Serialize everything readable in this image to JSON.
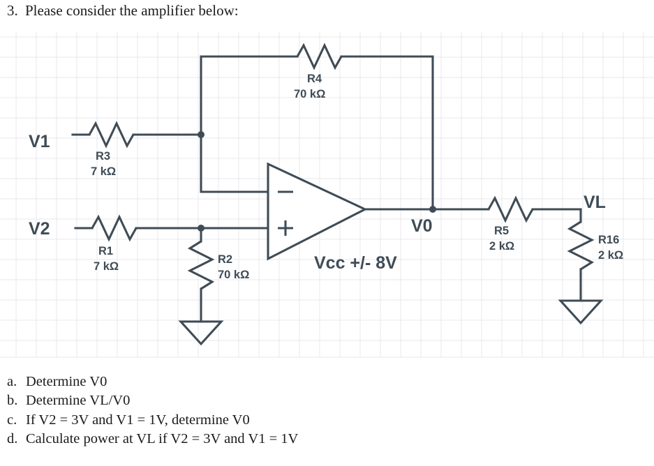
{
  "question": {
    "number": "3.",
    "prompt": "Please consider the amplifier below:"
  },
  "circuit": {
    "sources": {
      "v1": "V1",
      "v2": "V2"
    },
    "nodes": {
      "vout": "V0",
      "vload": "VL"
    },
    "supply": "Vcc +/- 8V",
    "opamp": {
      "inverting_sign": "−",
      "noninverting_sign": "+"
    },
    "resistors": [
      {
        "id": "R3",
        "name": "R3",
        "value": "7 kΩ"
      },
      {
        "id": "R1",
        "name": "R1",
        "value": "7 kΩ"
      },
      {
        "id": "R4",
        "name": "R4",
        "value": "70 kΩ"
      },
      {
        "id": "R2",
        "name": "R2",
        "value": "70 kΩ"
      },
      {
        "id": "R5",
        "name": "R5",
        "value": "2 kΩ"
      },
      {
        "id": "R16",
        "name": "R16",
        "value": "2 kΩ"
      }
    ],
    "colors": {
      "line": "#3f4c56",
      "grid": "#e9e9ec",
      "background": "#ffffff",
      "text": "#1b1b1b"
    }
  },
  "subquestions": [
    {
      "marker": "a.",
      "text": "Determine V0"
    },
    {
      "marker": "b.",
      "text": "Determine VL/V0"
    },
    {
      "marker": "c.",
      "text": "If V2 = 3V and V1 = 1V, determine V0"
    },
    {
      "marker": "d.",
      "text": "Calculate power at VL if V2 = 3V and V1 = 1V"
    }
  ]
}
